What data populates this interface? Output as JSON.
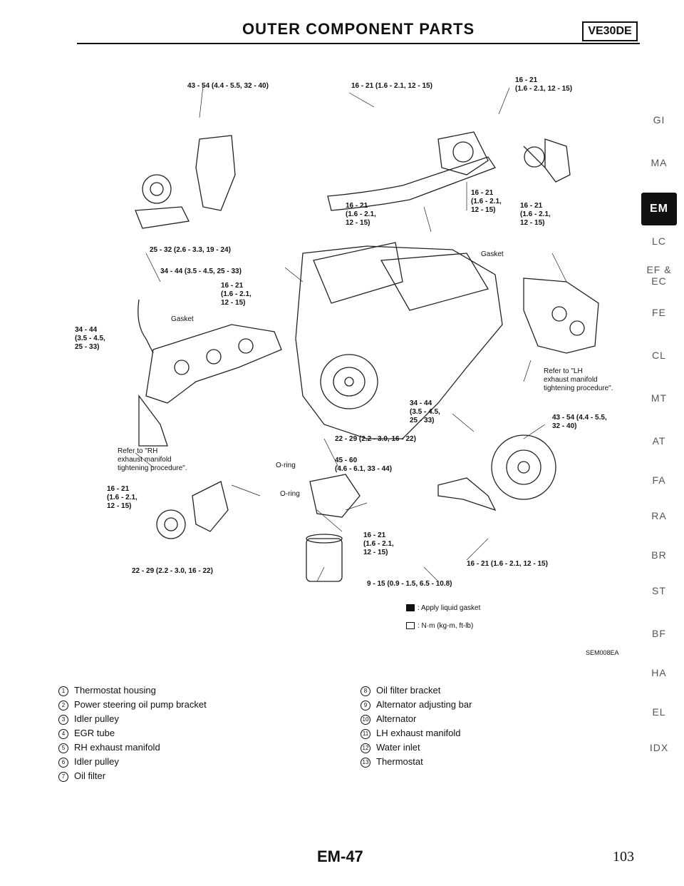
{
  "header": {
    "title": "OUTER COMPONENT PARTS",
    "badge": "VE30DE"
  },
  "side_index": [
    {
      "label": "GI",
      "active": false
    },
    {
      "label": "MA",
      "active": false
    },
    {
      "label": "EM",
      "active": true
    },
    {
      "label": "LC",
      "active": false
    },
    {
      "label": "EF &\nEC",
      "active": false
    },
    {
      "label": "FE",
      "active": false
    },
    {
      "label": "CL",
      "active": false
    },
    {
      "label": "MT",
      "active": false
    },
    {
      "label": "AT",
      "active": false
    },
    {
      "label": "FA",
      "active": false
    },
    {
      "label": "RA",
      "active": false
    },
    {
      "label": "BR",
      "active": false
    },
    {
      "label": "ST",
      "active": false
    },
    {
      "label": "BF",
      "active": false
    },
    {
      "label": "HA",
      "active": false
    },
    {
      "label": "EL",
      "active": false
    },
    {
      "label": "IDX",
      "active": false
    }
  ],
  "diagram": {
    "torque_labels": [
      "43 - 54 (4.4 - 5.5, 32 - 40)",
      "16 - 21 (1.6 - 2.1, 12 - 15)",
      "16 - 21\n(1.6 - 2.1, 12 - 15)",
      "16 - 21\n(1.6 - 2.1,\n12 - 15)",
      "16 - 21\n(1.6 - 2.1,\n12 - 15)",
      "16 - 21\n(1.6 - 2.1,\n12 - 15)",
      "25 - 32 (2.6 - 3.3, 19 - 24)",
      "34 - 44 (3.5 - 4.5, 25 - 33)",
      "16 - 21\n(1.6 - 2.1,\n12 - 15)",
      "34 - 44\n(3.5 - 4.5,\n25 - 33)",
      "Refer to \"LH\nexhaust manifold\ntightening procedure\".",
      "34 - 44\n(3.5 - 4.5,\n25 - 33)",
      "43 - 54 (4.4 - 5.5,\n32 - 40)",
      "Refer to \"RH\nexhaust manifold\ntightening procedure\".",
      "22 - 29 (2.2 - 3.0, 16 - 22)",
      "45 - 60\n(4.6 - 6.1, 33 - 44)",
      "16 - 21\n(1.6 - 2.1,\n12 - 15)",
      "16 - 21\n(1.6 - 2.1,\n12 - 15)",
      "16 - 21 (1.6 - 2.1, 12 - 15)",
      "22 - 29 (2.2 - 3.0, 16 - 22)",
      "9 - 15 (0.9 - 1.5, 6.5 - 10.8)"
    ],
    "gasket_labels": [
      "Gasket",
      "Gasket",
      "O-ring",
      "O-ring"
    ],
    "legend": {
      "liquid_gasket": ": Apply liquid gasket",
      "torque_unit": ": N·m (kg-m, ft-lb)"
    },
    "ref_code": "SEM008EA"
  },
  "parts_left": [
    {
      "n": "1",
      "name": "Thermostat housing"
    },
    {
      "n": "2",
      "name": "Power steering oil pump bracket"
    },
    {
      "n": "3",
      "name": "Idler pulley"
    },
    {
      "n": "4",
      "name": "EGR tube"
    },
    {
      "n": "5",
      "name": "RH exhaust manifold"
    },
    {
      "n": "6",
      "name": "Idler pulley"
    },
    {
      "n": "7",
      "name": "Oil filter"
    }
  ],
  "parts_right": [
    {
      "n": "8",
      "name": "Oil filter bracket"
    },
    {
      "n": "9",
      "name": "Alternator adjusting bar"
    },
    {
      "n": "10",
      "name": "Alternator"
    },
    {
      "n": "11",
      "name": "LH exhaust manifold"
    },
    {
      "n": "12",
      "name": "Water inlet"
    },
    {
      "n": "13",
      "name": "Thermostat"
    }
  ],
  "footer": {
    "section_page": "EM-47",
    "page_number": "103"
  }
}
